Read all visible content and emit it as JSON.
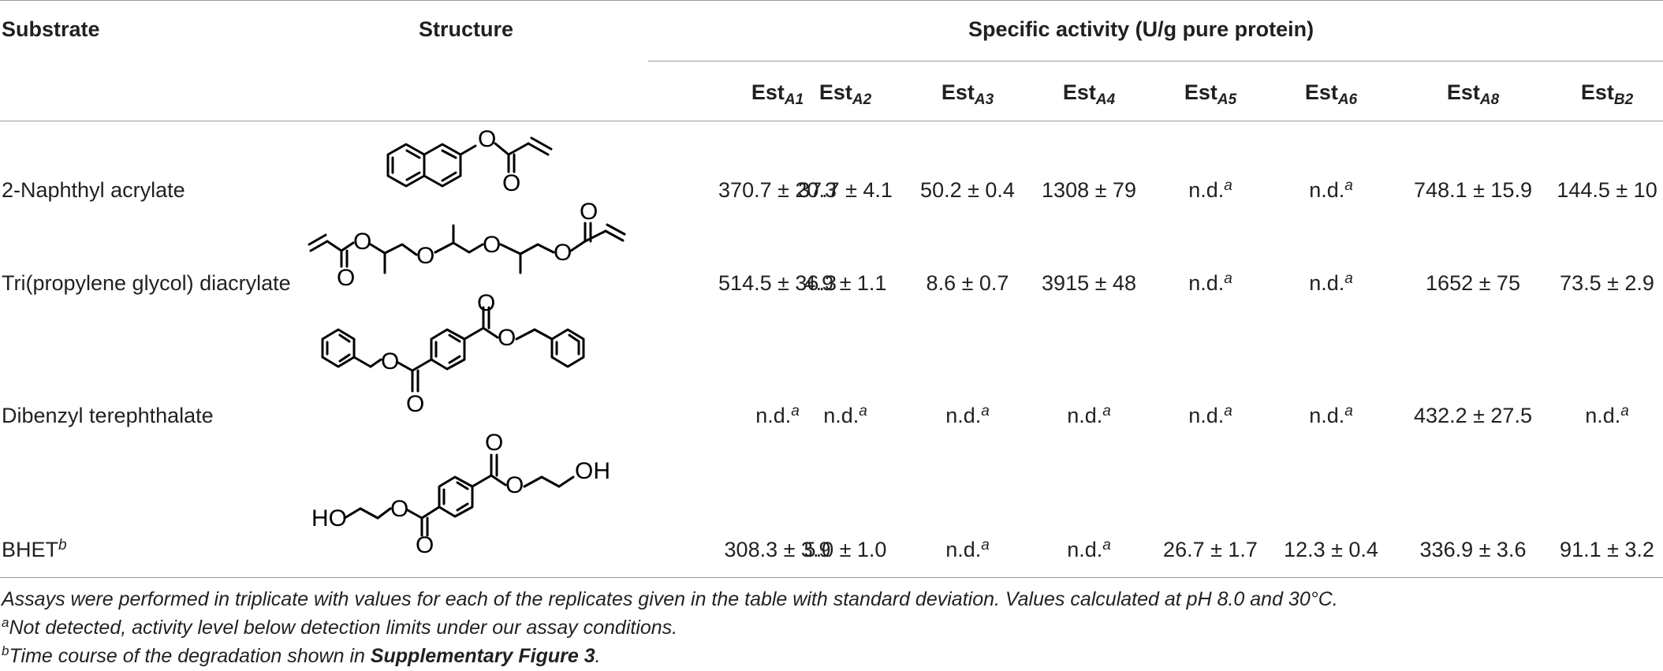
{
  "table": {
    "headers": {
      "substrate": "Substrate",
      "structure": "Structure",
      "specific_activity": "Specific activity (U/g pure protein)",
      "enzymes": [
        {
          "base": "Est",
          "sub": "A1"
        },
        {
          "base": "Est",
          "sub": "A2"
        },
        {
          "base": "Est",
          "sub": "A3"
        },
        {
          "base": "Est",
          "sub": "A4"
        },
        {
          "base": "Est",
          "sub": "A5"
        },
        {
          "base": "Est",
          "sub": "A6"
        },
        {
          "base": "Est",
          "sub": "A8"
        },
        {
          "base": "Est",
          "sub": "B2"
        }
      ]
    },
    "rows": [
      {
        "substrate": "2-Naphthyl acrylate",
        "substrate_sup": "",
        "values": [
          {
            "text": "370.7 ± 20.3",
            "sup": ""
          },
          {
            "text": "37.7 ± 4.1",
            "sup": ""
          },
          {
            "text": "50.2 ± 0.4",
            "sup": ""
          },
          {
            "text": "1308 ± 79",
            "sup": ""
          },
          {
            "text": "n.d.",
            "sup": "a"
          },
          {
            "text": "n.d.",
            "sup": "a"
          },
          {
            "text": "748.1 ± 15.9",
            "sup": ""
          },
          {
            "text": "144.5 ± 10",
            "sup": ""
          }
        ]
      },
      {
        "substrate": "Tri(propylene glycol) diacrylate",
        "substrate_sup": "",
        "values": [
          {
            "text": "514.5 ± 36.3",
            "sup": ""
          },
          {
            "text": "4.9 ± 1.1",
            "sup": ""
          },
          {
            "text": "8.6 ± 0.7",
            "sup": ""
          },
          {
            "text": "3915 ± 48",
            "sup": ""
          },
          {
            "text": "n.d.",
            "sup": "a"
          },
          {
            "text": "n.d.",
            "sup": "a"
          },
          {
            "text": "1652 ± 75",
            "sup": ""
          },
          {
            "text": "73.5 ± 2.9",
            "sup": ""
          }
        ]
      },
      {
        "substrate": "Dibenzyl terephthalate",
        "substrate_sup": "",
        "values": [
          {
            "text": "n.d.",
            "sup": "a"
          },
          {
            "text": "n.d.",
            "sup": "a"
          },
          {
            "text": "n.d.",
            "sup": "a"
          },
          {
            "text": "n.d.",
            "sup": "a"
          },
          {
            "text": "n.d.",
            "sup": "a"
          },
          {
            "text": "n.d.",
            "sup": "a"
          },
          {
            "text": "432.2 ± 27.5",
            "sup": ""
          },
          {
            "text": "n.d.",
            "sup": "a"
          }
        ]
      },
      {
        "substrate": "BHET",
        "substrate_sup": "b",
        "values": [
          {
            "text": "308.3 ± 3.9",
            "sup": ""
          },
          {
            "text": "5.0 ± 1.0",
            "sup": ""
          },
          {
            "text": "n.d.",
            "sup": "a"
          },
          {
            "text": "n.d.",
            "sup": "a"
          },
          {
            "text": "26.7 ± 1.7",
            "sup": ""
          },
          {
            "text": "12.3 ± 0.4",
            "sup": ""
          },
          {
            "text": "336.9 ± 3.6",
            "sup": ""
          },
          {
            "text": "91.1 ± 3.2",
            "sup": ""
          }
        ]
      }
    ],
    "structure_labels": {
      "oxygen": "O",
      "hydroxyl_left": "HO",
      "hydroxyl_right": "OH"
    }
  },
  "footnotes": {
    "main": "Assays were performed in triplicate with values for each of the replicates given in the table with standard deviation. Values calculated at pH 8.0 and 30°C.",
    "a_mark": "a",
    "a_text": "Not detected, activity level below detection limits under our assay conditions.",
    "b_mark": "b",
    "b_text_before": "Time course of the degradation shown in ",
    "b_text_bold": "Supplementary Figure 3",
    "b_text_after": "."
  }
}
